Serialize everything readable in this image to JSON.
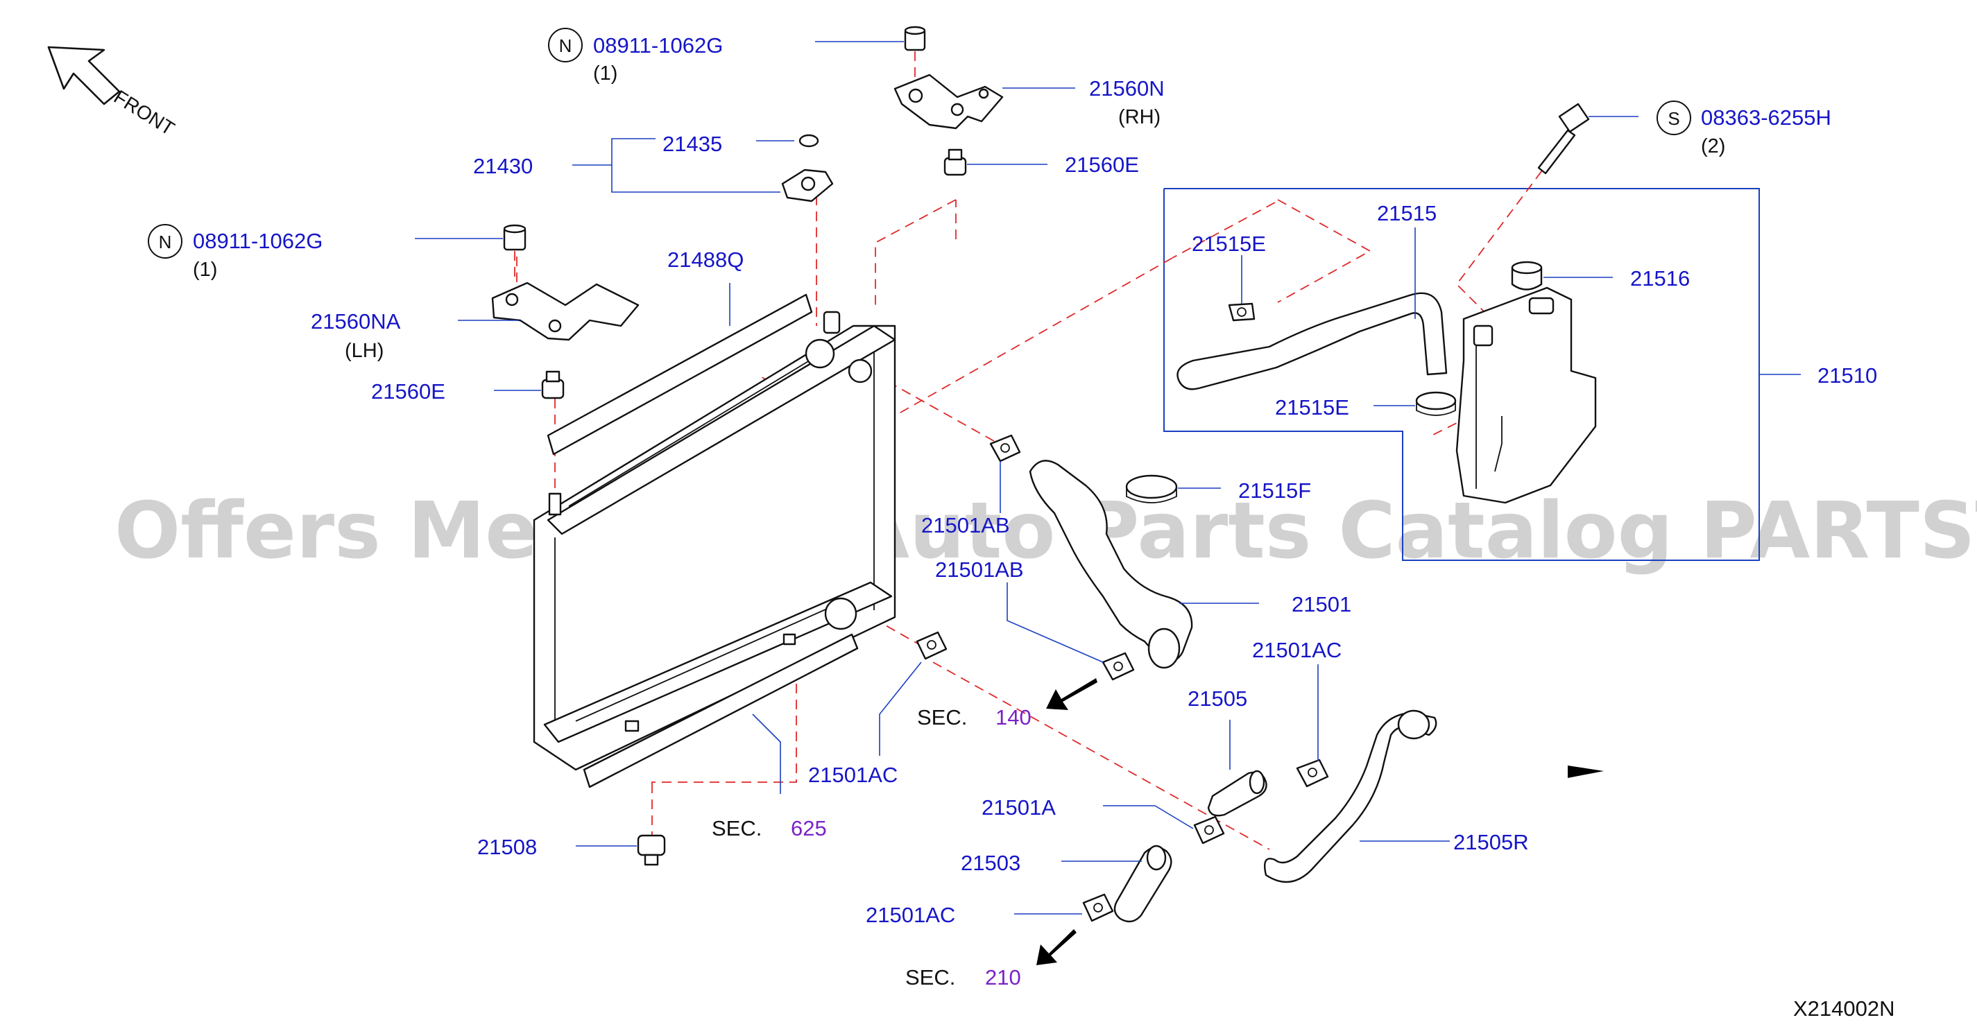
{
  "diagram": {
    "reference_code": "X214002N",
    "watermark": "Offers Merchant Auto Parts Catalog PARTSTORE.SA",
    "front_label": "FRONT",
    "badges": {
      "n": "N",
      "s": "S"
    },
    "labels": {
      "nut_top": "08911-1062G",
      "nut_top_qty": "(1)",
      "bracket_rh": "21560N",
      "bracket_rh_side": "(RH)",
      "mount_upper_rh": "21560E",
      "cap_upper": "21435",
      "cap_group": "21430",
      "nut_left": "08911-1062G",
      "nut_left_qty": "(1)",
      "seal_upper": "21488Q",
      "bracket_lh": "21560NA",
      "bracket_lh_side": "(LH)",
      "mount_left": "21560E",
      "bolt": "08363-6255H",
      "bolt_qty": "(2)",
      "tank_hose": "21515",
      "tank_clamp_top": "21515E",
      "tank_clamp_bottom": "21515E",
      "tank_cap": "21516",
      "reservoir": "21510",
      "clamp_f": "21515F",
      "clamp_ab_upper": "21501AB",
      "clamp_ab_lower": "21501AB",
      "upper_hose": "21501",
      "clamp_ac_right": "21501AC",
      "hose_21505": "21505",
      "clamp_ac_mid": "21501AC",
      "clamp_a": "21501A",
      "hose_21505r": "21505R",
      "hose_21503": "21503",
      "clamp_ac_low": "21501AC",
      "seal_lower": "21508"
    },
    "sections": {
      "sec_word": "SEC.",
      "sec_140": "140",
      "sec_625": "625",
      "sec_210": "210"
    }
  }
}
